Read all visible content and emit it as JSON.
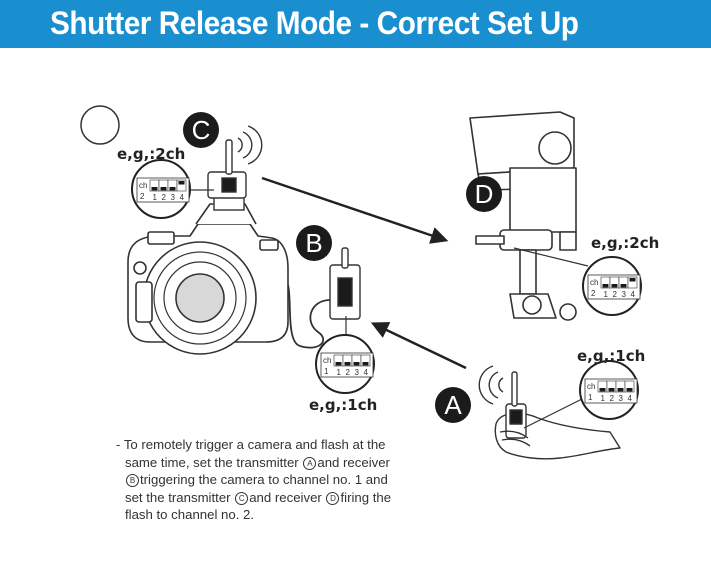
{
  "header": {
    "title": "Shutter Release Mode - Correct Set Up",
    "bg_color": "#1a8fd0"
  },
  "labels": {
    "C": "C",
    "B": "B",
    "D": "D",
    "A": "A",
    "eg_c": "e,g,:2ch",
    "eg_d": "e,g,:2ch",
    "eg_b": "e,g,:1ch",
    "eg_a": "e,g,:1ch"
  },
  "switch_c": {
    "label_top": "ch",
    "label_bot": "2",
    "nums": [
      "1",
      "2",
      "3",
      "4"
    ]
  },
  "switch_d": {
    "label_top": "ch",
    "label_bot": "2",
    "nums": [
      "1",
      "2",
      "3",
      "4"
    ]
  },
  "switch_b": {
    "label_top": "ch",
    "label_bot": "1",
    "nums": [
      "1",
      "2",
      "3",
      "4"
    ]
  },
  "switch_a": {
    "label_top": "ch",
    "label_bot": "1",
    "nums": [
      "1",
      "2",
      "3",
      "4"
    ]
  },
  "description": {
    "line1": "- To remotely trigger a camera and flash at the",
    "line2a": "same time, set the transmitter",
    "circle_a": "A",
    "line2b": "and receiver",
    "circle_b": "B",
    "line3": "triggering the camera to channel no. 1 and",
    "line4a": "set the transmitter",
    "circle_c": "C",
    "line4b": "and receiver",
    "circle_d": "D",
    "line4c": "firing the",
    "line5": "flash to channel no. 2."
  }
}
